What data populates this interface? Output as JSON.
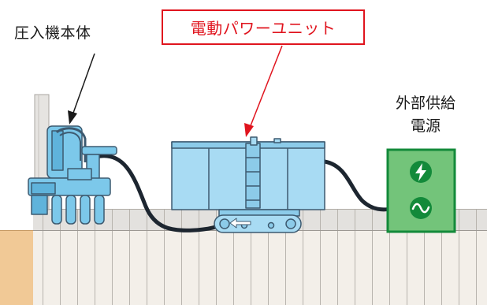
{
  "labels": {
    "machine_body": "圧入機本体",
    "electric_power_unit": "電動パワーユニット",
    "external_power_line1": "外部供給",
    "external_power_line2": "電源"
  },
  "icons": {
    "power_box_top": "lightning-bolt-icon",
    "power_box_bottom": "sine-wave-icon"
  },
  "colors": {
    "machine_fill": "#7cc8ea",
    "machine_outline": "#3d5a70",
    "power_unit_fill": "#a8dbf3",
    "power_box_fill": "#73c47a",
    "power_box_border": "#138a3a",
    "highlight_red": "#e0141e",
    "pile_fill": "#f2ede6",
    "soil_fill": "#f1c996",
    "cable": "#1d2630"
  }
}
